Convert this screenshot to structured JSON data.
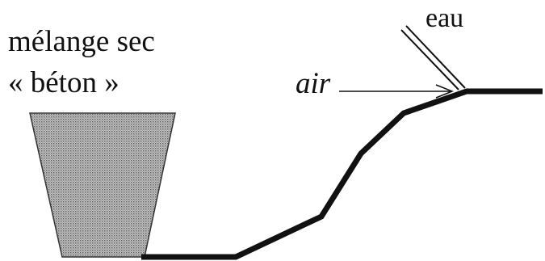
{
  "labels": {
    "dry_mix_line1": "mélange sec",
    "dry_mix_line2": "« béton »",
    "water": "eau",
    "air": "air"
  },
  "colors": {
    "line": "#111111",
    "hopper_fill": "#9a9a9a"
  }
}
